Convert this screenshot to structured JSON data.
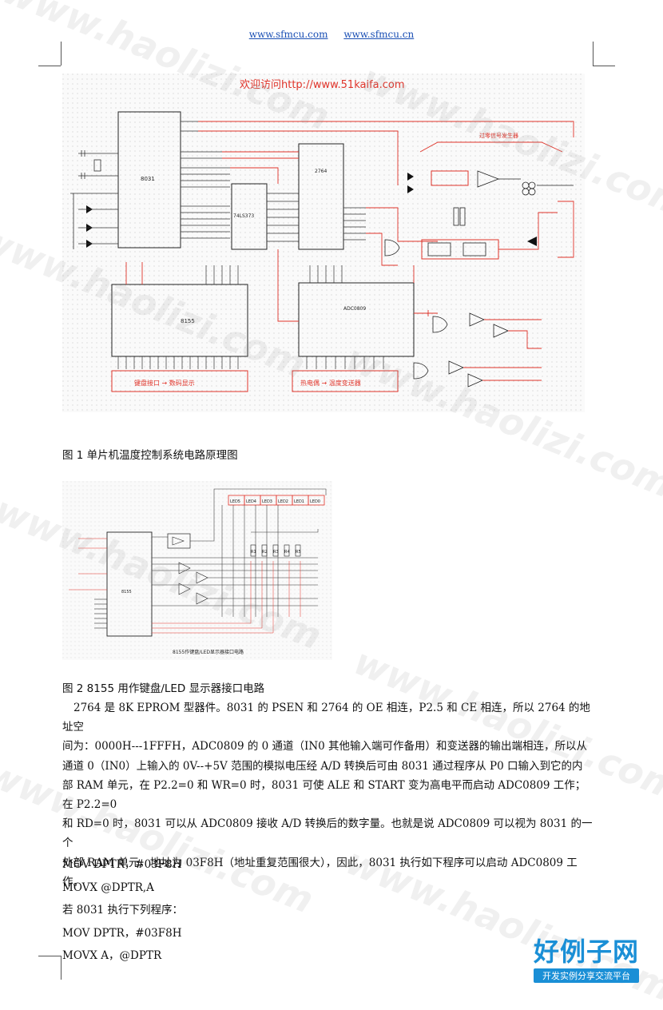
{
  "header": {
    "link1": "www.sfmcu.com",
    "link2": "www.sfmcu.cn"
  },
  "watermark": "www.haolizi.com",
  "figure1": {
    "banner": "欢迎访问http://www.51kaifa.com",
    "labels": {
      "chip_main": "8031",
      "chip_latch": "74LS373",
      "chip_eprom": "2764",
      "chip_io": "8155",
      "chip_adc": "ADC0809",
      "zero_cross": "过零信号发生器",
      "keyboard_box": "键盘接口 → 数码显示",
      "sensor_box": "热电偶 → 温度变送器"
    },
    "caption": "图 1 单片机温度控制系统电路原理图"
  },
  "figure2": {
    "leds": [
      "LED5",
      "LED4",
      "LED3",
      "LED2",
      "LED1",
      "LED0"
    ],
    "resistors": [
      "R1",
      "R2",
      "R3",
      "R4",
      "R5"
    ],
    "chip": "8155",
    "footer": "8155作键盘/LED显示器接口电路",
    "caption": "图 2 8155 用作键盘/LED 显示器接口电路"
  },
  "body": {
    "lines": [
      "2764 是 8K EPROM 型器件。8031 的 PSEN 和 2764 的 OE 相连，P2.5 和 CE 相连，所以 2764 的地址空",
      "间为：0000H---1FFFH，ADC0809 的 0 通道（IN0 其他输入端可作备用）和变送器的输出端相连，所以从",
      "通道 0（IN0）上输入的 0V--+5V 范围的模拟电压经 A/D 转换后可由 8031 通过程序从 P0 口输入到它的内",
      "部 RAM 单元，在 P2.2=0 和 WR=0 时，8031 可使 ALE 和 START 变为高电平而启动 ADC0809 工作；在 P2.2=0",
      "和 RD=0 时，8031 可以从 ADC0809 接收 A/D 转换后的数字量。也就是说 ADC0809 可以视为 8031 的一个",
      "外部 RAM 单元，地址为 03F8H（地址重复范围很大），因此，8031 执行如下程序可以启动 ADC0809 工",
      "作。"
    ]
  },
  "code": {
    "line1": "MOV DPTR，#03F8H",
    "line2": "MOVX @DPTR,A",
    "line3": "若 8031 执行下列程序：",
    "line4": "MOV DPTR，#03F8H",
    "line5": "MOVX A，@DPTR"
  },
  "logo": {
    "title": "好例子网",
    "subtitle": "开发实例分享交流平台"
  }
}
